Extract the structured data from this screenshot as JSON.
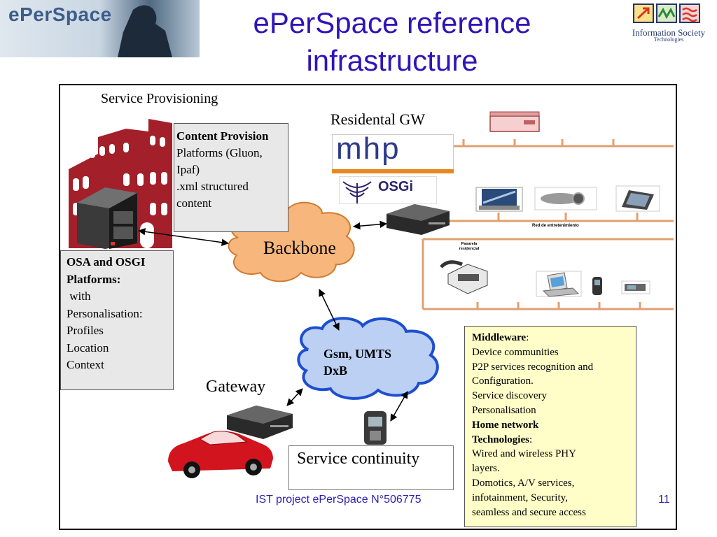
{
  "logo": {
    "text": "ePerSpace"
  },
  "title": {
    "line1": "ePerSpace reference",
    "line2": "infrastructure"
  },
  "ist_logo": {
    "line1": "Information Society",
    "line2": "Technologies"
  },
  "diagram": {
    "service_provisioning": "Service Provisioning",
    "content_provision": {
      "heading": "Content Provision",
      "lines": [
        "Platforms (Gluon,",
        "Ipaf)",
        ".xml structured",
        "content"
      ]
    },
    "osa_box": {
      "heading1": "OSA and OSGI",
      "heading2": "Platforms:",
      "lines": [
        " with",
        "Personalisation:",
        "Profiles",
        "Location",
        "Context"
      ]
    },
    "backbone": "Backbone",
    "residential_gw": "Residental GW",
    "mhp": "mhp",
    "osgi": "OSGi",
    "red_label": "Red de entretenimiento",
    "pasarela": [
      "Pasarela",
      "residencial"
    ],
    "gsm": {
      "line1": "Gsm, UMTS",
      "line2": "DxB"
    },
    "gateway": "Gateway",
    "service_continuity": "Service continuity",
    "middleware": {
      "heading": "Middleware",
      "heading_suffix": ":",
      "lines": [
        "Device communities",
        "P2P services recognition and",
        "Configuration.",
        "Service discovery",
        "Personalisation"
      ],
      "heading2_a": "Home network",
      "heading2_b": "Technologies",
      "heading2_suffix": ":",
      "lines2": [
        "Wired and wireless PHY",
        "layers.",
        "Domotics, A/V services,",
        "infotainment, Security,",
        "seamless and secure access"
      ]
    }
  },
  "footer": {
    "project": "IST project ePerSpace N°506775",
    "page": "11"
  },
  "colors": {
    "title": "#2f15b8",
    "cloud_backbone": "#f7b77c",
    "cloud_gsm": "#bcd0f3",
    "network_line": "#e0a070",
    "middleware_bg": "#fffdc8",
    "building": "#a3202a"
  }
}
